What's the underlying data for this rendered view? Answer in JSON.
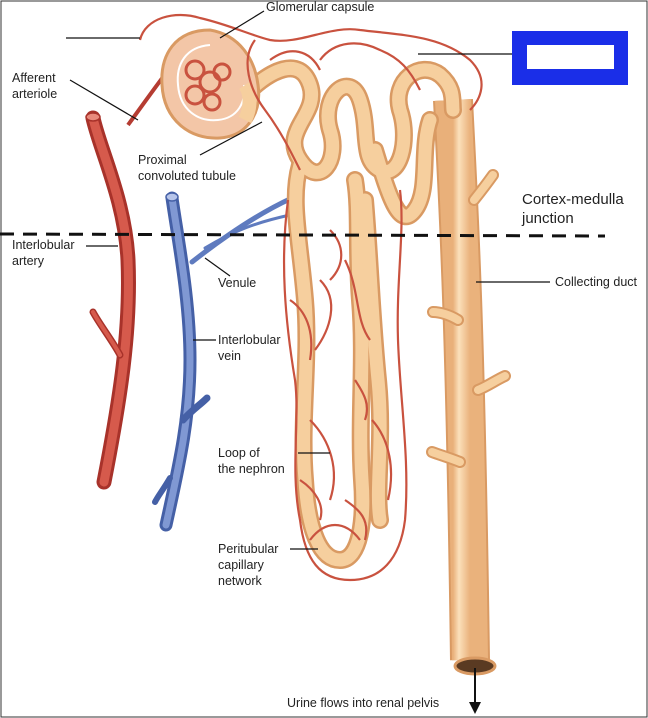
{
  "labels": {
    "glomerular_capsule": "Glomerular capsule",
    "afferent_arteriole_1": "Afferent",
    "afferent_arteriole_2": "arteriole",
    "proximal_1": "Proximal",
    "proximal_2": "convoluted tubule",
    "cortex_1": "Cortex-medulla",
    "cortex_2": "junction",
    "interlobular_artery_1": "Interlobular",
    "interlobular_artery_2": "artery",
    "venule": "Venule",
    "collecting_duct": "Collecting duct",
    "interlobular_vein_1": "Interlobular",
    "interlobular_vein_2": "vein",
    "loop_1": "Loop of",
    "loop_2": "the nephron",
    "peritubular_1": "Peritubular",
    "peritubular_2": "capillary",
    "peritubular_3": "network",
    "urine": "Urine flows into renal pelvis"
  },
  "colors": {
    "artery": "#c8443a",
    "vein": "#5f7bbf",
    "tubule": "#f6cf9e",
    "tubule_edge": "#d99a63",
    "capillary": "#c9523f",
    "masking_box": "#1a2ee8"
  }
}
